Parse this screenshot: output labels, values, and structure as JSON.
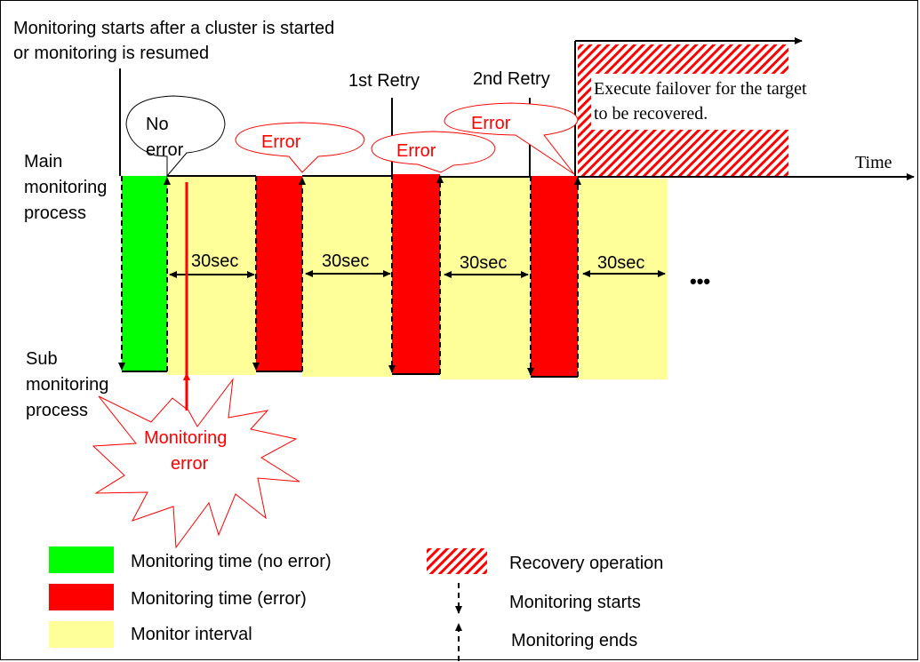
{
  "title": {
    "line1": "Monitoring starts after a cluster is started",
    "line2": "or monitoring is resumed"
  },
  "rows": {
    "main": [
      "Main",
      "monitoring",
      "process"
    ],
    "sub": [
      "Sub",
      "monitoring",
      "process"
    ]
  },
  "retries": {
    "first": "1st Retry",
    "second": "2nd Retry"
  },
  "callouts": {
    "no_error": [
      "No",
      "error"
    ],
    "error_1": "Error",
    "error_2": "Error",
    "error_3": "Error"
  },
  "intervals": [
    "30sec",
    "30sec",
    "30sec",
    "30sec"
  ],
  "ellipsis": "•••",
  "time_axis_label": "Time",
  "recovery_text": [
    "Execute failover for the target",
    "to be recovered."
  ],
  "monitoring_error": [
    "Monitoring",
    "error"
  ],
  "legend": {
    "no_error": "Monitoring time (no error)",
    "error": "Monitoring time (error)",
    "interval": "Monitor interval",
    "recovery": "Recovery operation",
    "starts": "Monitoring starts",
    "ends": "Monitoring ends"
  },
  "colors": {
    "no_error": "#00ff00",
    "error": "#ff0000",
    "interval": "#ffff99",
    "text_red": "#ff0000"
  }
}
